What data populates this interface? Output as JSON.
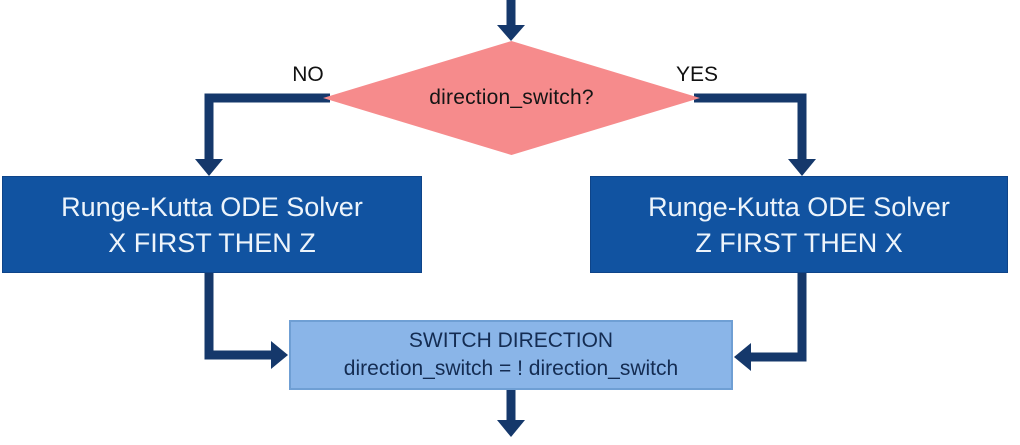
{
  "diagram": {
    "type": "flowchart",
    "decision": {
      "label": "direction_switch?"
    },
    "branch_labels": {
      "no": "NO",
      "yes": "YES"
    },
    "no_branch_box": {
      "line1": "Runge-Kutta ODE Solver",
      "line2": "X FIRST THEN Z"
    },
    "yes_branch_box": {
      "line1": "Runge-Kutta ODE Solver",
      "line2": "Z FIRST THEN X"
    },
    "switch_box": {
      "line1": "SWITCH DIRECTION",
      "line2": "direction_switch = ! direction_switch"
    },
    "palette": {
      "connector_navy": "#15386b",
      "process_box_blue": "#1153a1",
      "process_box_text": "#edf4fb",
      "switch_box_blue": "#8ab5e8",
      "switch_box_border": "#6f9fd4",
      "switch_box_text": "#142c52",
      "diamond_pink": "#f68b8c",
      "label_black": "#111111"
    }
  }
}
